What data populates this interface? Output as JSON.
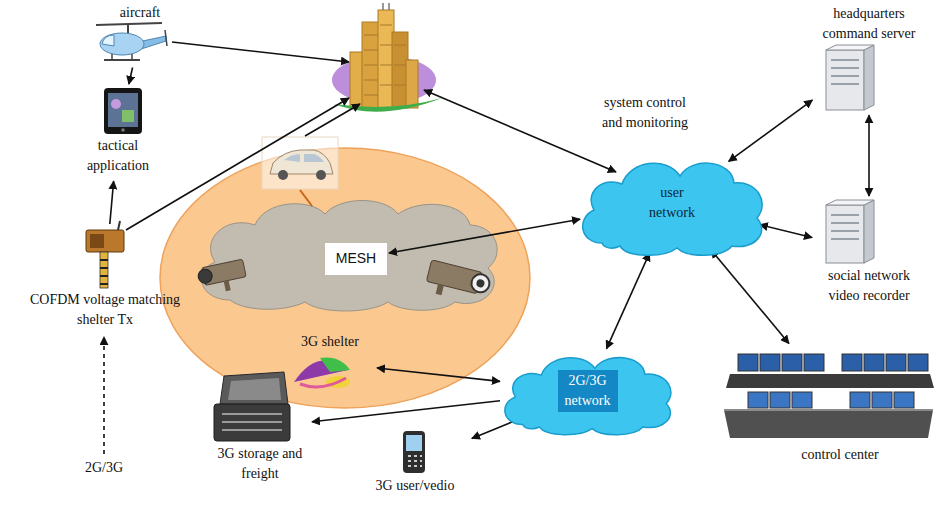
{
  "diagram": {
    "nodes": [
      {
        "text": [
          "aircraft"
        ]
      },
      {
        "text": [
          "tactical application"
        ]
      },
      {
        "text": [
          "COFDM voltage matching shelter Tx"
        ]
      },
      {
        "text": [
          "MESH"
        ]
      },
      {
        "text": [
          "user network"
        ]
      },
      {
        "text": [
          "headquarters command server"
        ]
      },
      {
        "text": [
          "social network video recorder"
        ]
      },
      {
        "text": [
          "control center"
        ]
      },
      {
        "text": [
          "2G/3G network"
        ]
      },
      {
        "text": [
          "3G shelter"
        ]
      },
      {
        "text": [
          "3G storage and freight"
        ]
      },
      {
        "text": [
          "3G user/vedio"
        ]
      }
    ],
    "edges": [
      {
        "from": 0,
        "to": 1,
        "arrow": "to"
      },
      {
        "from": 2,
        "to": 1,
        "arrow": "to"
      },
      {
        "from": 3,
        "to": 4,
        "arrow": "both"
      },
      {
        "from": 4,
        "to": 5,
        "arrow": "both"
      },
      {
        "from": 5,
        "to": 6,
        "arrow": "both"
      },
      {
        "from": 4,
        "to": 6,
        "arrow": "both"
      },
      {
        "from": 4,
        "to": 7,
        "arrow": "both"
      },
      {
        "from": 4,
        "to": 8,
        "arrow": "both"
      },
      {
        "from": 9,
        "to": 8,
        "arrow": "both"
      },
      {
        "from": 8,
        "to": 10,
        "arrow": "to"
      },
      {
        "from": 8,
        "to": 11,
        "arrow": "to"
      }
    ],
    "labels": [
      "system control and monitoring",
      "2G/3G"
    ]
  }
}
